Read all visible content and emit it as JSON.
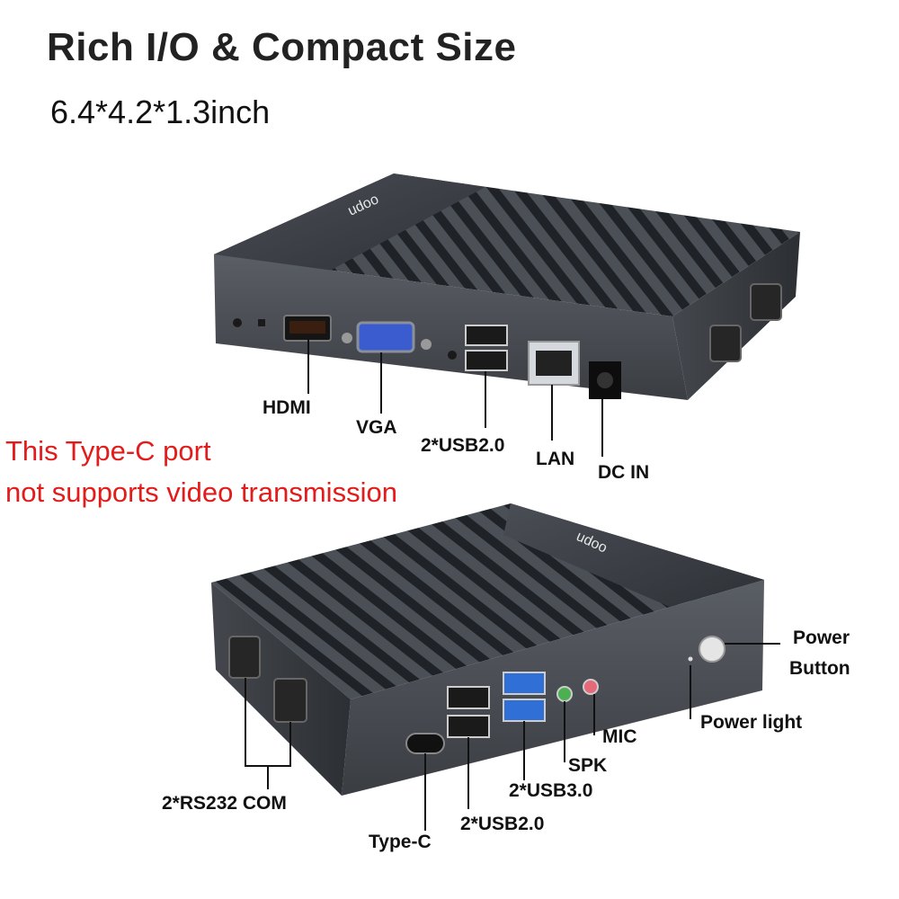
{
  "header": {
    "title": "Rich I/O & Compact Size",
    "dimensions": "6.4*4.2*1.3inch"
  },
  "note": {
    "line1": "This Type-C port",
    "line2": "not supports video transmission",
    "color": "#e31b1b"
  },
  "device": {
    "brand_logo": "udoo",
    "body_color": "#3c3f45",
    "fin_color": "#2a2d32"
  },
  "rear_labels": {
    "hdmi": "HDMI",
    "vga": "VGA",
    "usb2": "2*USB2.0",
    "lan": "LAN",
    "dc_in": "DC IN"
  },
  "front_labels": {
    "power_button_line1": "Power",
    "power_button_line2": "Button",
    "power_light": "Power light",
    "mic": "MIC",
    "spk": "SPK",
    "usb3": "2*USB3.0",
    "usb2": "2*USB2.0",
    "rs232": "2*RS232 COM",
    "type_c": "Type-C"
  }
}
